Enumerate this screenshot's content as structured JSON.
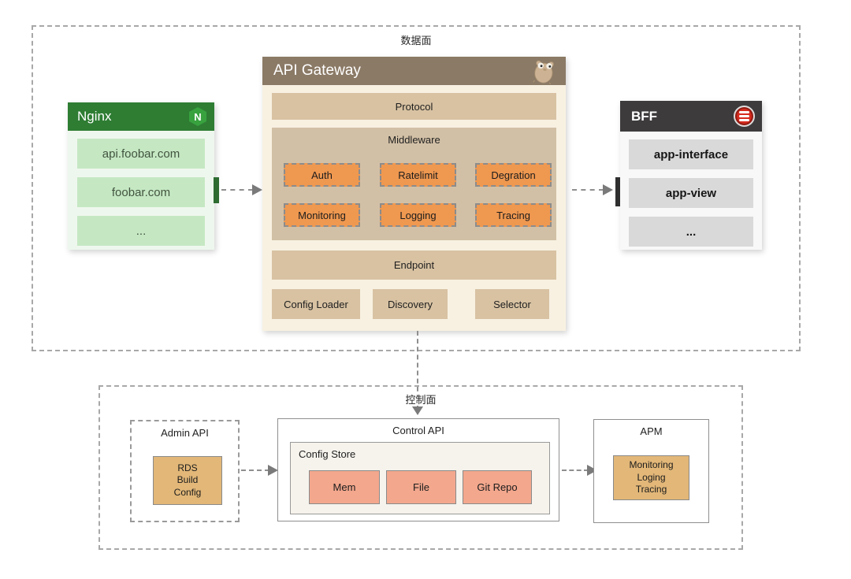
{
  "page": {
    "data_plane_label": "数据面",
    "control_plane_label": "控制面"
  },
  "nginx": {
    "title": "Nginx",
    "badge_letter": "N",
    "rows": [
      "api.foobar.com",
      "foobar.com",
      "..."
    ]
  },
  "api_gateway": {
    "title": "API Gateway",
    "protocol_label": "Protocol",
    "middleware_label": "Middleware",
    "middleware_items": [
      "Auth",
      "Ratelimit",
      "Degration",
      "Monitoring",
      "Logging",
      "Tracing"
    ],
    "endpoint_label": "Endpoint",
    "footer_items": [
      "Config Loader",
      "Discovery",
      "Selector"
    ]
  },
  "bff": {
    "title": "BFF",
    "rows": [
      "app-interface",
      "app-view",
      "..."
    ]
  },
  "admin_api": {
    "title": "Admin API",
    "box_lines": [
      "RDS",
      "Build",
      "Config"
    ]
  },
  "control_api": {
    "title": "Control API",
    "config_store_label": "Config Store",
    "stores": [
      "Mem",
      "File",
      "Git Repo"
    ]
  },
  "apm": {
    "title": "APM",
    "box_lines": [
      "Monitoring",
      "Loging",
      "Tracing"
    ]
  },
  "colors": {
    "nginx_green": "#2e7d33",
    "nginx_row_green": "#c5e8c3",
    "gateway_brown": "#8b7a66",
    "gateway_cream": "#f8f1e2",
    "tan_bar": "#d8c2a2",
    "middleware_tan": "#d2c0a6",
    "middleware_orange": "#ef9850",
    "bff_dark": "#3d3b3c",
    "bff_row_gray": "#d9d9d9",
    "store_salmon": "#f3a78d",
    "gold": "#e2b778",
    "db_icon_red": "#d52b1e"
  }
}
